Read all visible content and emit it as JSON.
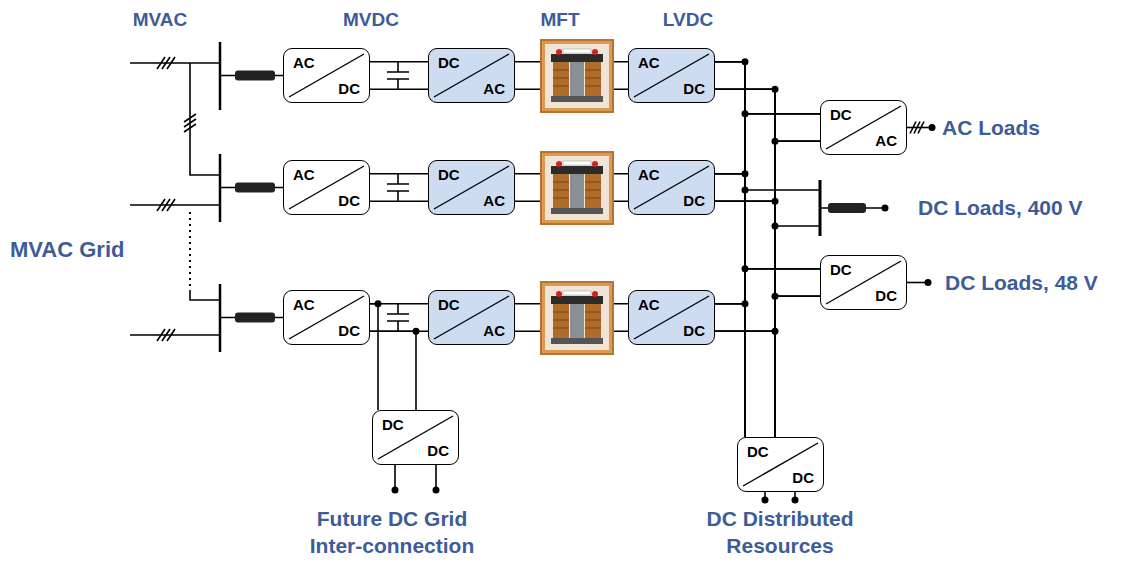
{
  "diagram": {
    "nodes": [
      {
        "text": [
          "AC",
          "DC"
        ]
      },
      {
        "text": [
          "DC",
          "AC"
        ]
      },
      {
        "text": [
          "AC",
          "DC"
        ]
      },
      {
        "text": [
          "DC",
          "AC"
        ]
      },
      {
        "text": [
          "AC",
          "DC"
        ]
      },
      {
        "text": [
          "DC",
          "AC"
        ]
      },
      {
        "text": [
          "AC",
          "DC"
        ]
      },
      {
        "text": [
          "DC",
          "DC"
        ]
      },
      {
        "text": [
          "AC",
          "DC"
        ]
      },
      {
        "text": [
          "DC",
          "AC"
        ]
      },
      {
        "text": [
          "AC",
          "DC"
        ]
      },
      {
        "text": [
          "DC",
          "DC"
        ]
      },
      {
        "text": [
          "DC",
          "DC"
        ]
      }
    ],
    "edges": [
      {
        "from": 0,
        "to": 1,
        "arrow": "none"
      },
      {
        "from": 1,
        "to": 2,
        "arrow": "none"
      },
      {
        "from": 4,
        "to": 5,
        "arrow": "none"
      },
      {
        "from": 5,
        "to": 6,
        "arrow": "none"
      },
      {
        "from": 8,
        "to": 9,
        "arrow": "none"
      },
      {
        "from": 9,
        "to": 10,
        "arrow": "none"
      },
      {
        "from": 8,
        "to": 11,
        "arrow": "none"
      },
      {
        "from": 2,
        "to": 3,
        "arrow": "none"
      },
      {
        "from": 2,
        "to": 7,
        "arrow": "none"
      },
      {
        "from": 2,
        "to": 12,
        "arrow": "none"
      },
      {
        "from": 6,
        "to": 3,
        "arrow": "none"
      },
      {
        "from": 6,
        "to": 7,
        "arrow": "none"
      },
      {
        "from": 6,
        "to": 12,
        "arrow": "none"
      },
      {
        "from": 10,
        "to": 3,
        "arrow": "none"
      },
      {
        "from": 10,
        "to": 7,
        "arrow": "none"
      },
      {
        "from": 10,
        "to": 12,
        "arrow": "none"
      }
    ],
    "labels": [
      "MVAC",
      "MVDC",
      "MFT",
      "LVDC",
      "MVAC Grid",
      "AC Loads",
      "DC Loads, 400 V",
      "DC Loads, 48 V",
      "Future DC Grid Inter-connection",
      "DC Distributed Resources"
    ]
  }
}
